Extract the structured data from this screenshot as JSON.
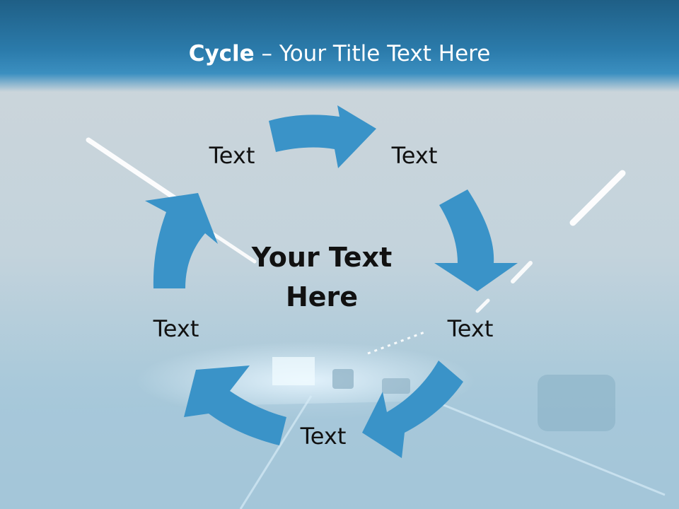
{
  "title": {
    "bold": "Cycle",
    "rest": " – Your Title Text Here"
  },
  "cycle": {
    "items": [
      "Text",
      "Text",
      "Text",
      "Text",
      "Text"
    ],
    "center_line1": "Your Text",
    "center_line2": "Here"
  },
  "colors": {
    "arrow": "#3a93c8",
    "title_bar": "#2b7bab",
    "text": "#111111",
    "background": "#c7d4dc"
  },
  "icons": {
    "arrow": "curved-arrow-icon"
  }
}
